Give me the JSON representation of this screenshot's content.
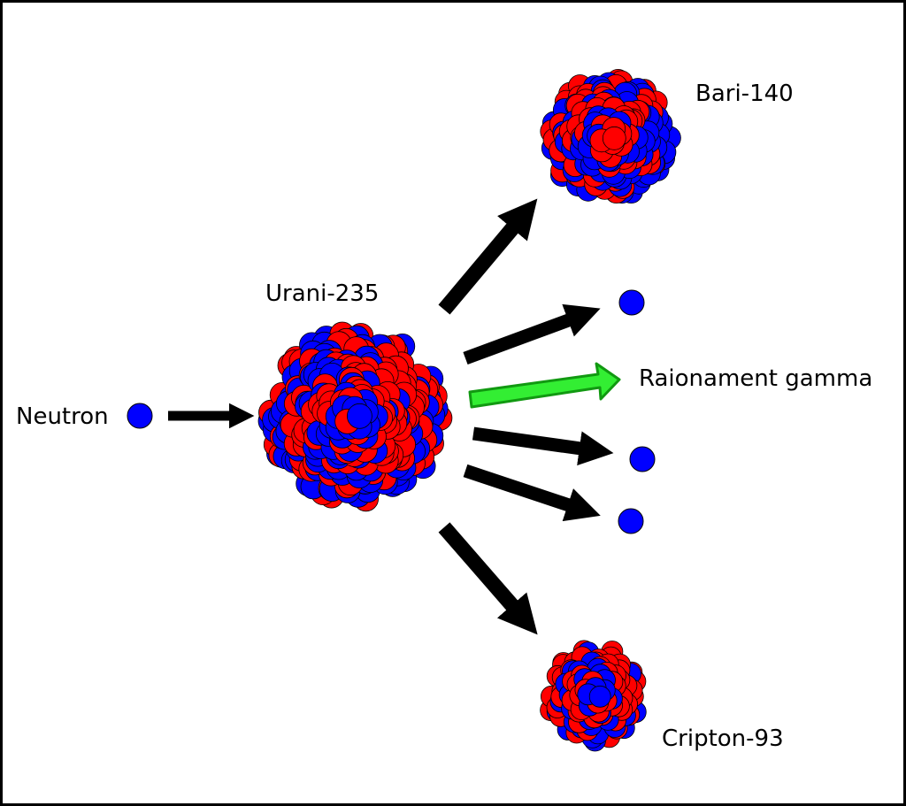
{
  "labels": {
    "neutron": "Neutron",
    "uranium": "Urani-235",
    "barium": "Bari-140",
    "krypton": "Cripton-93",
    "gamma": "Raionament gamma"
  },
  "colors": {
    "proton": "#ff0000",
    "neutron": "#0000ff",
    "arrow": "#000000",
    "gamma_fill": "#33ee33",
    "gamma_stroke": "#119911",
    "border": "#000000",
    "background": "#ffffff"
  }
}
